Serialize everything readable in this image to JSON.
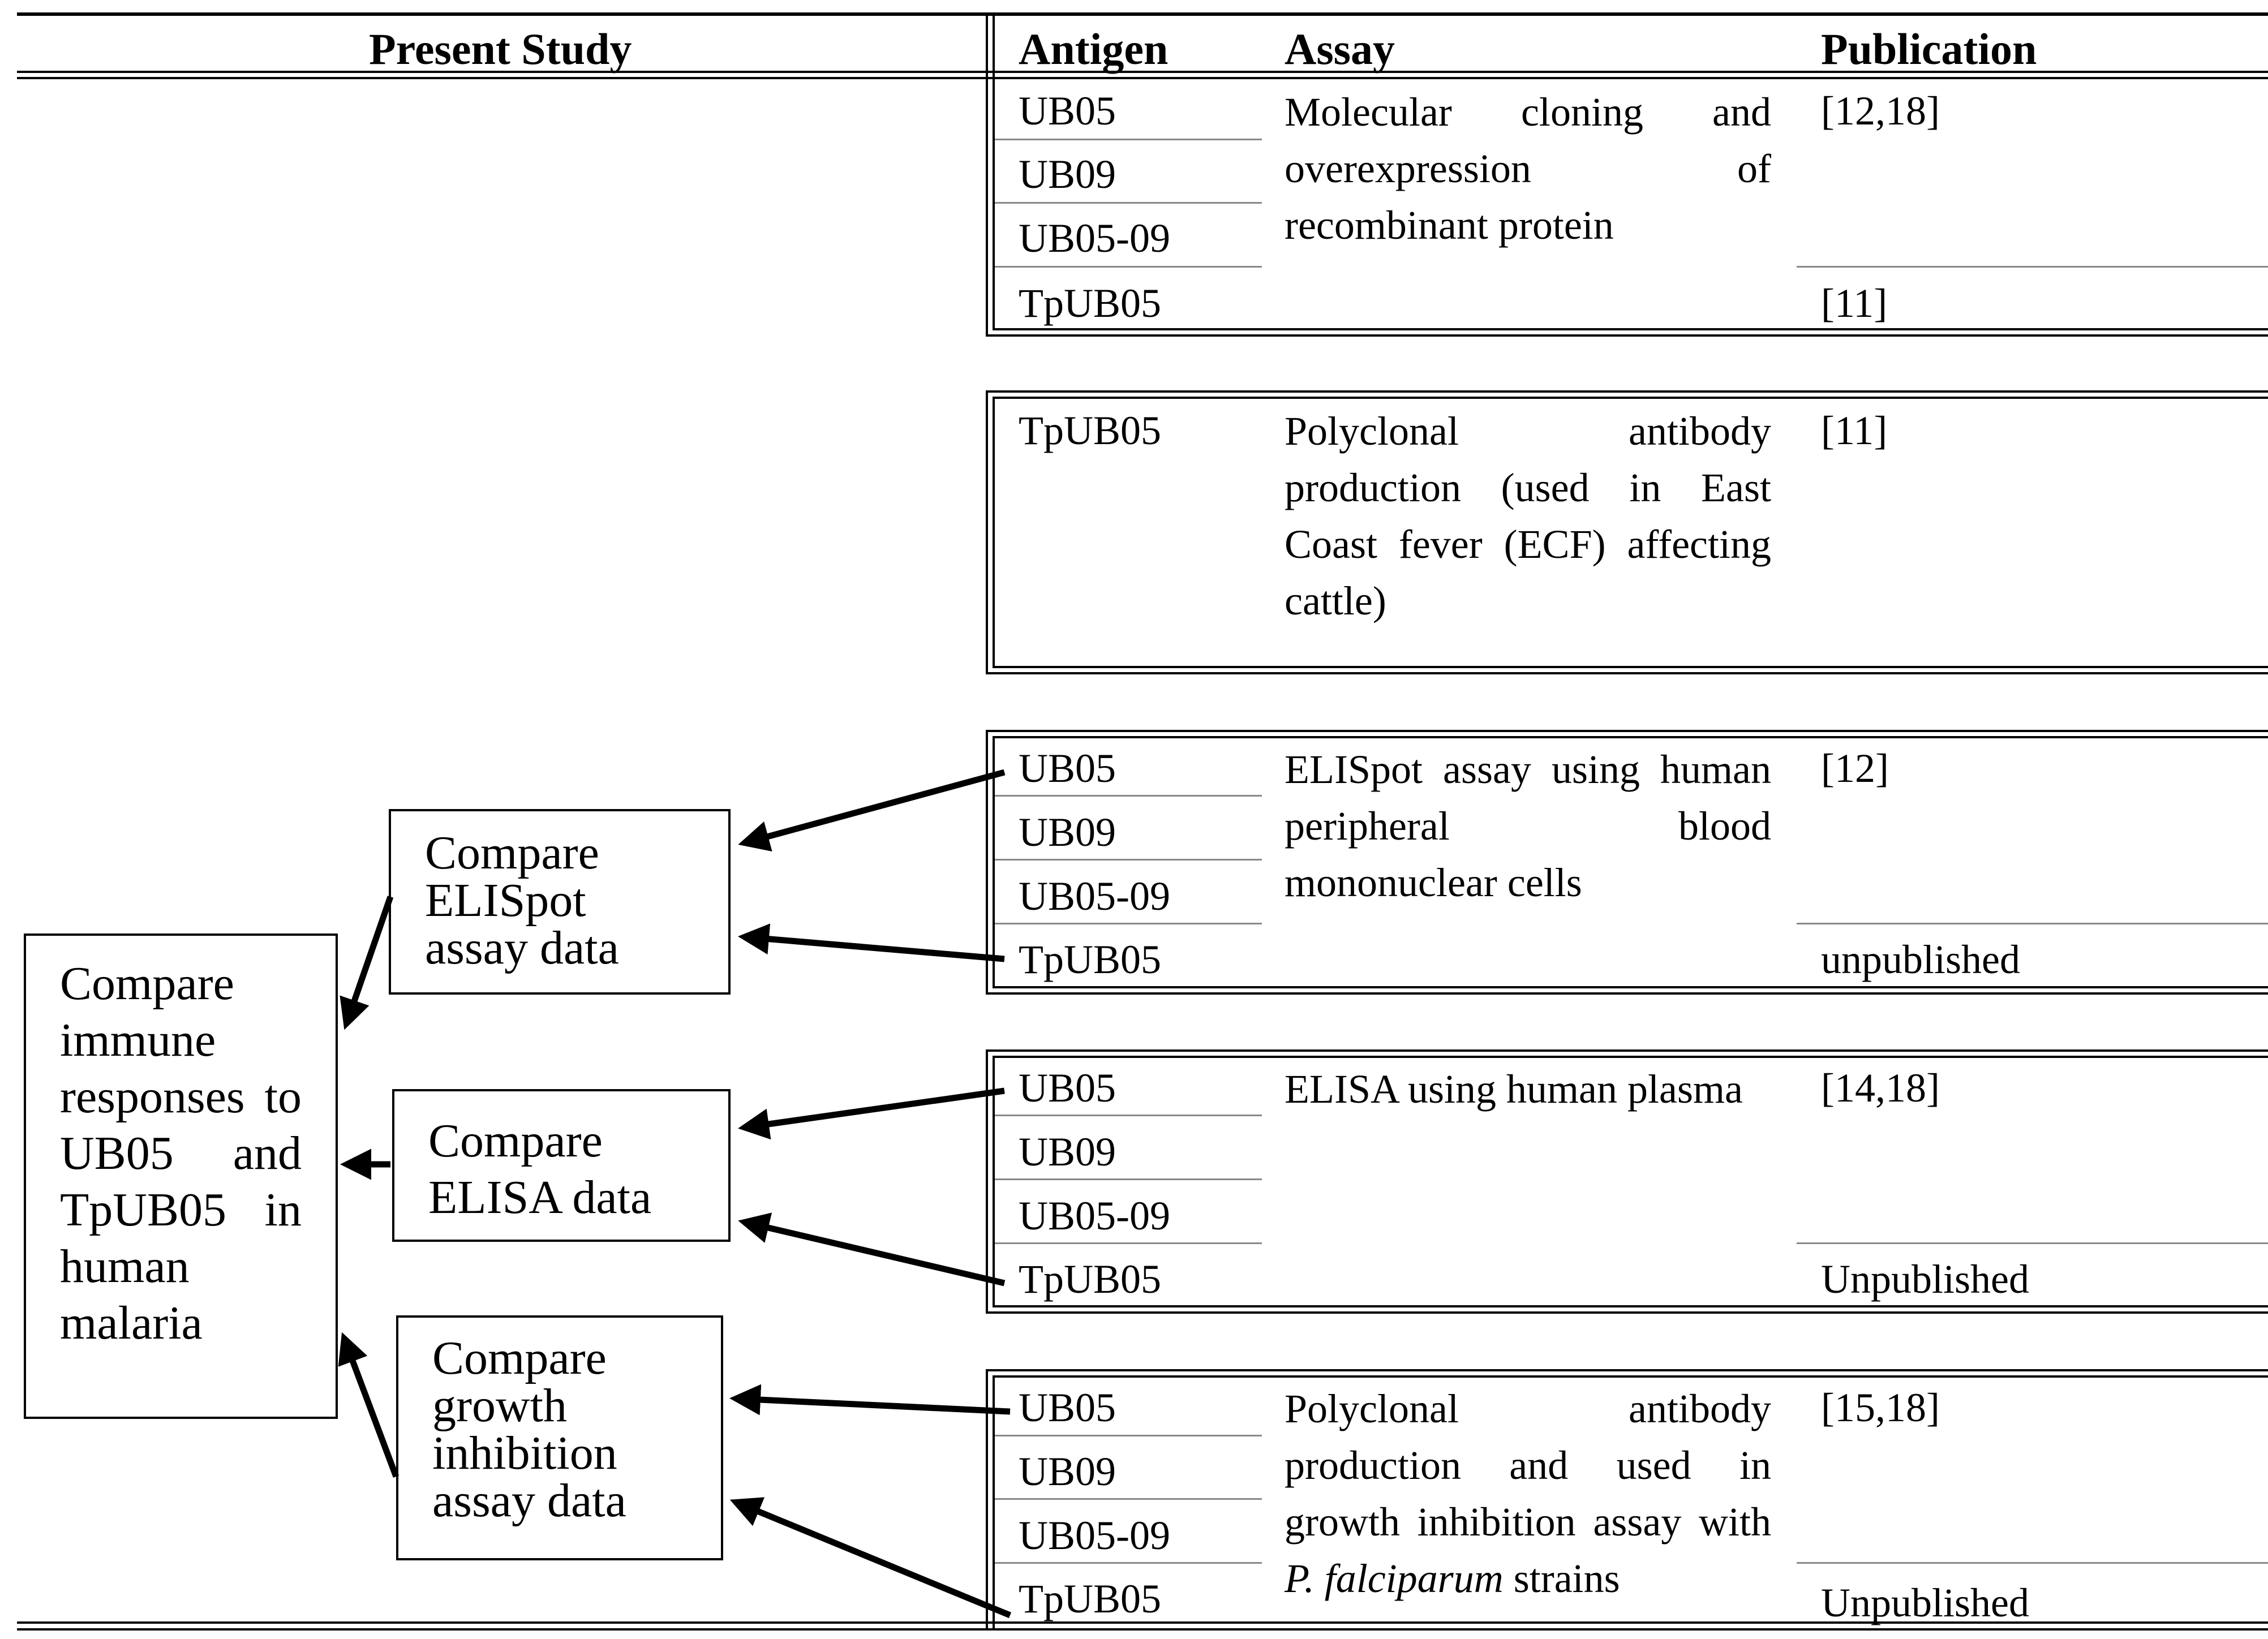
{
  "header": {
    "present_study": "Present Study",
    "antigen": "Antigen",
    "assay": "Assay",
    "publication": "Publication"
  },
  "sections": [
    {
      "antigens": [
        "UB05",
        "UB09",
        "UB05-09",
        "TpUB05"
      ],
      "assay": "Molecular cloning and overexpression of recombinant protein",
      "publications": [
        "[12,18]",
        "[11]"
      ]
    },
    {
      "antigens": [
        "TpUB05"
      ],
      "assay": "Polyclonal antibody production (used in East Coast fever (ECF) affecting cattle)",
      "publications": [
        "[11]"
      ]
    },
    {
      "antigens": [
        "UB05",
        "UB09",
        "UB05-09",
        "TpUB05"
      ],
      "assay": "ELISpot assay using human peripheral blood mononuclear cells",
      "publications": [
        "[12]",
        "unpublished"
      ]
    },
    {
      "antigens": [
        "UB05",
        "UB09",
        "UB05-09",
        "TpUB05"
      ],
      "assay": "ELISA using human plasma",
      "publications": [
        "[14,18]",
        "Unpublished"
      ]
    },
    {
      "antigens": [
        "UB05",
        "UB09",
        "UB05-09",
        "TpUB05"
      ],
      "assay_prefix": "Polyclonal antibody production and used in growth inhibition assay with ",
      "assay_italic": "P. falciparum",
      "assay_suffix": " strains",
      "publications": [
        "[15,18]",
        "Unpublished"
      ]
    }
  ],
  "present_study": {
    "compare_elispot": "Compare ELISpot assay data",
    "compare_elisa": "Compare ELISA data",
    "compare_growth": "Compare growth inhibition assay data",
    "compare_main": "Compare immune responses to UB05 and TpUB05 in human malaria"
  }
}
